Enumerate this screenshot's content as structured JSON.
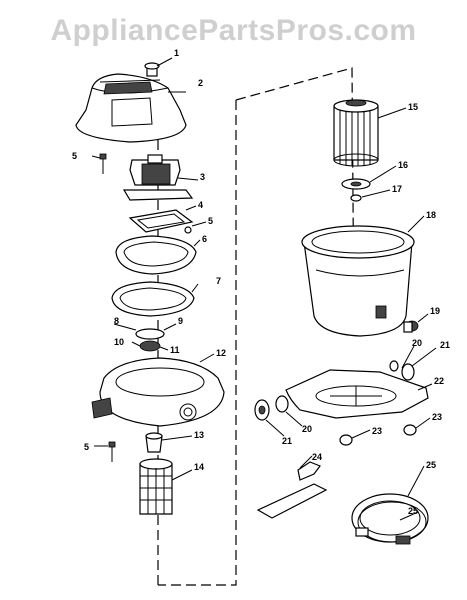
{
  "watermark": "AppliancePartsPros.com",
  "callouts": [
    {
      "id": "c1",
      "text": "1"
    },
    {
      "id": "c2",
      "text": "2"
    },
    {
      "id": "c3",
      "text": "3"
    },
    {
      "id": "c4",
      "text": "4"
    },
    {
      "id": "c5a",
      "text": "5"
    },
    {
      "id": "c5b",
      "text": "5"
    },
    {
      "id": "c5c",
      "text": "5"
    },
    {
      "id": "c6",
      "text": "6"
    },
    {
      "id": "c7",
      "text": "7"
    },
    {
      "id": "c8",
      "text": "8"
    },
    {
      "id": "c9",
      "text": "9"
    },
    {
      "id": "c10",
      "text": "10"
    },
    {
      "id": "c11",
      "text": "11"
    },
    {
      "id": "c12",
      "text": "12"
    },
    {
      "id": "c13",
      "text": "13"
    },
    {
      "id": "c14",
      "text": "14"
    },
    {
      "id": "c15",
      "text": "15"
    },
    {
      "id": "c16",
      "text": "16"
    },
    {
      "id": "c17",
      "text": "17"
    },
    {
      "id": "c18",
      "text": "18"
    },
    {
      "id": "c19",
      "text": "19"
    },
    {
      "id": "c20a",
      "text": "20"
    },
    {
      "id": "c20b",
      "text": "20"
    },
    {
      "id": "c21a",
      "text": "21"
    },
    {
      "id": "c21b",
      "text": "21"
    },
    {
      "id": "c22",
      "text": "22"
    },
    {
      "id": "c23a",
      "text": "23"
    },
    {
      "id": "c23b",
      "text": "23"
    },
    {
      "id": "c24",
      "text": "24"
    },
    {
      "id": "c25a",
      "text": "25"
    },
    {
      "id": "c25b",
      "text": "25"
    }
  ]
}
